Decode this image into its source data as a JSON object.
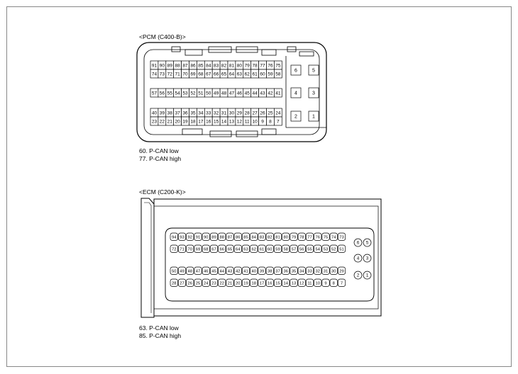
{
  "pcm": {
    "title": "<PCM (C400-B)>",
    "notes": [
      "60. P-CAN low",
      "77. P-CAN high"
    ],
    "row1": [
      "91",
      "90",
      "89",
      "88",
      "87",
      "86",
      "85",
      "84",
      "83",
      "82",
      "81",
      "80",
      "79",
      "78",
      "77",
      "76",
      "75"
    ],
    "row2": [
      "74",
      "73",
      "72",
      "71",
      "70",
      "69",
      "68",
      "67",
      "66",
      "65",
      "64",
      "63",
      "62",
      "61",
      "60",
      "59",
      "58"
    ],
    "row3": [
      "57",
      "56",
      "55",
      "54",
      "53",
      "52",
      "51",
      "50",
      "49",
      "48",
      "47",
      "46",
      "45",
      "44",
      "43",
      "42",
      "41"
    ],
    "row4": [
      "40",
      "39",
      "38",
      "37",
      "36",
      "35",
      "34",
      "33",
      "32",
      "31",
      "30",
      "29",
      "28",
      "27",
      "26",
      "25",
      "24"
    ],
    "row5": [
      "23",
      "22",
      "21",
      "20",
      "19",
      "18",
      "17",
      "16",
      "15",
      "14",
      "13",
      "12",
      "11",
      "10",
      "9",
      "8",
      "7"
    ],
    "side": [
      [
        "6",
        "5"
      ],
      [
        "4",
        "3"
      ],
      [
        "2",
        "1"
      ]
    ]
  },
  "ecm": {
    "title": "<ECM (C200-K)>",
    "notes": [
      "63. P-CAN low",
      "85. P-CAN high"
    ],
    "row1": [
      "94",
      "93",
      "92",
      "91",
      "90",
      "89",
      "88",
      "87",
      "86",
      "85",
      "84",
      "83",
      "82",
      "81",
      "80",
      "79",
      "78",
      "77",
      "76",
      "75",
      "74",
      "73"
    ],
    "row2": [
      "72",
      "71",
      "70",
      "69",
      "68",
      "67",
      "66",
      "65",
      "64",
      "63",
      "62",
      "61",
      "60",
      "59",
      "58",
      "57",
      "56",
      "55",
      "54",
      "53",
      "52",
      "51"
    ],
    "row3": [
      "50",
      "49",
      "48",
      "47",
      "46",
      "45",
      "44",
      "43",
      "42",
      "41",
      "40",
      "39",
      "38",
      "37",
      "36",
      "35",
      "34",
      "33",
      "32",
      "31",
      "30",
      "29"
    ],
    "row4": [
      "28",
      "27",
      "26",
      "25",
      "24",
      "23",
      "22",
      "21",
      "20",
      "19",
      "18",
      "17",
      "16",
      "15",
      "14",
      "13",
      "12",
      "11",
      "10",
      "9",
      "8",
      "7"
    ],
    "side": [
      [
        "6",
        "5"
      ],
      [
        "4",
        "3"
      ],
      [
        "2",
        "1"
      ]
    ]
  }
}
